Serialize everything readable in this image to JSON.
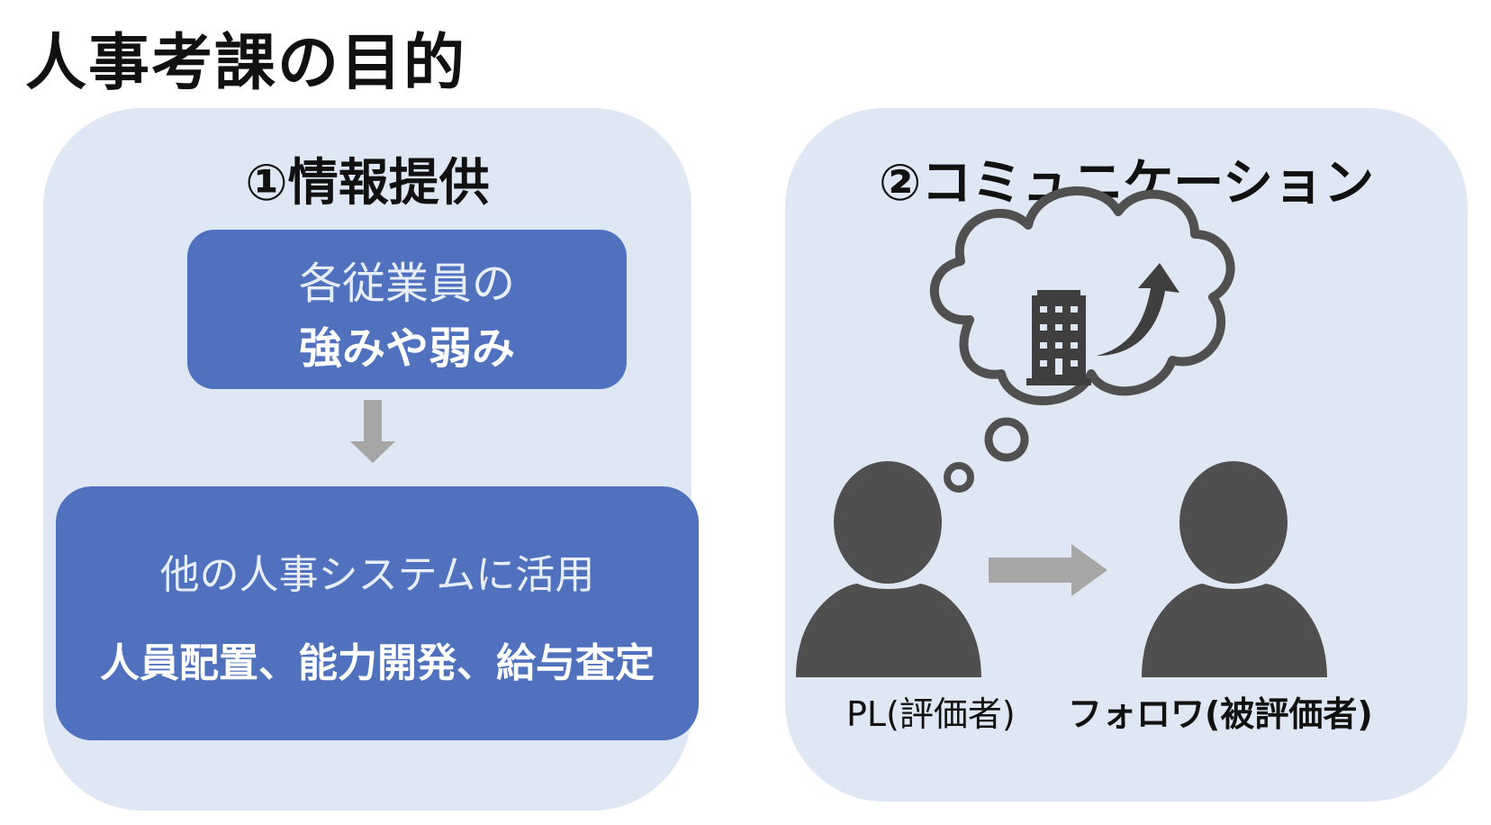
{
  "title": "人事考課の目的",
  "colors": {
    "panel_bg": "#dee7f3",
    "box_fill": "#4f71be",
    "icon_dark": "#4f4f4f",
    "arrow_gray": "#a6a6a6"
  },
  "left_panel": {
    "heading": "①情報提供",
    "top_box": {
      "line1": "各従業員の",
      "line2": "強みや弱み"
    },
    "bottom_box": {
      "line1": "他の人事システムに活用",
      "line2": "人員配置、能力開発、給与査定"
    }
  },
  "right_panel": {
    "heading": "②コミュニケーション",
    "thought_icons": [
      "building-icon",
      "up-arrow-icon"
    ],
    "evaluator_label": "PL(評価者)",
    "evaluatee_label": "フォロワ(被評価者)"
  }
}
